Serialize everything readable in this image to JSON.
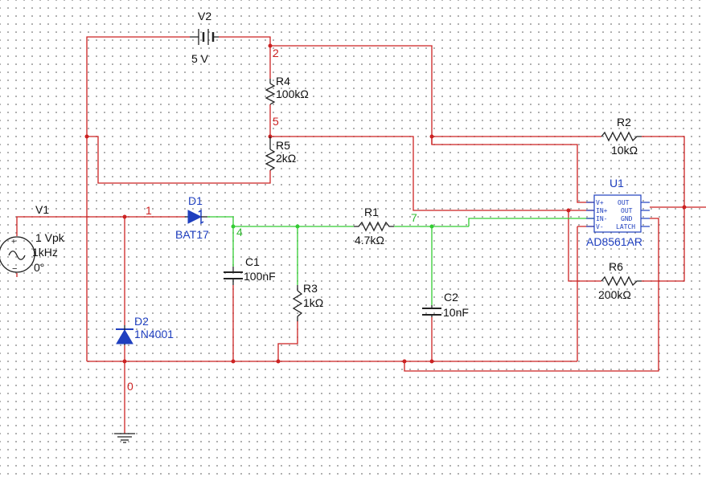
{
  "components": {
    "v1": {
      "ref": "V1",
      "amplitude": "1 Vpk",
      "frequency": "1kHz",
      "phase": "0°"
    },
    "v2": {
      "ref": "V2",
      "value": "5 V"
    },
    "r1": {
      "ref": "R1",
      "value": "4.7kΩ"
    },
    "r2": {
      "ref": "R2",
      "value": "10kΩ"
    },
    "r3": {
      "ref": "R3",
      "value": "1kΩ"
    },
    "r4": {
      "ref": "R4",
      "value": "100kΩ"
    },
    "r5": {
      "ref": "R5",
      "value": "2kΩ"
    },
    "r6": {
      "ref": "R6",
      "value": "200kΩ"
    },
    "c1": {
      "ref": "C1",
      "value": "100nF"
    },
    "c2": {
      "ref": "C2",
      "value": "10nF"
    },
    "d1": {
      "ref": "D1",
      "model": "BAT17"
    },
    "d2": {
      "ref": "D2",
      "model": "1N4001"
    },
    "u1": {
      "ref": "U1",
      "model": "AD8561AR",
      "pins_left": [
        "V+",
        "IN+",
        "IN-",
        "V-"
      ],
      "pins_right": [
        "OUT",
        "OUT",
        "GND",
        "LATCH"
      ]
    }
  },
  "nodes": {
    "n0": "0",
    "n1": "1",
    "n2": "2",
    "n4": "4",
    "n5": "5",
    "n7": "7"
  },
  "colors": {
    "wire_default": "#cc2222",
    "wire_selected": "#33cc33",
    "component_label": "#1f3fbf",
    "node_label": "#cc2222"
  }
}
